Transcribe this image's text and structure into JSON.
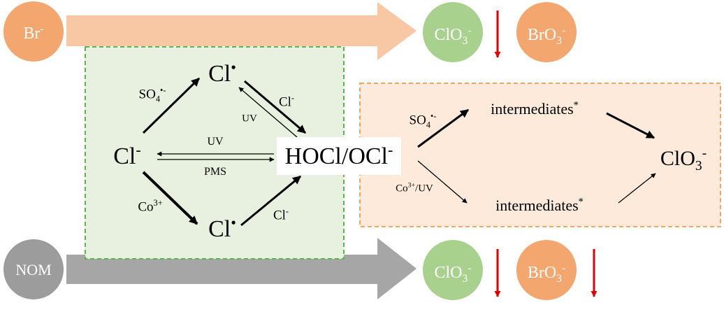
{
  "colors": {
    "top_arrow": "#f8c8a4",
    "bottom_arrow": "#a6a6a6",
    "br_circle": "#f4a66f",
    "nom_circle": "#9c9c9c",
    "clo3_circle": "#a9d18e",
    "bro3_circle": "#f4a66f",
    "green_box_fill": "#e8f1df",
    "green_box_border": "#56b94a",
    "orange_box_fill": "#fdeadb",
    "orange_box_border": "#f2a663",
    "red_arrow": "#e00000"
  },
  "top_row": {
    "br": {
      "base": "Br",
      "sup": "-"
    },
    "clo3": {
      "base": "ClO",
      "sub": "3",
      "sup": "-"
    },
    "bro3": {
      "base": "BrO",
      "sub": "3",
      "sup": "-"
    }
  },
  "bottom_row": {
    "nom": "NOM",
    "clo3": {
      "base": "ClO",
      "sub": "3",
      "sup": "-"
    },
    "bro3": {
      "base": "BrO",
      "sub": "3",
      "sup": "-"
    }
  },
  "mechanism": {
    "cl_radical_top": {
      "base": "Cl",
      "sup": "•"
    },
    "cl_radical_bottom": {
      "base": "Cl",
      "sup": "•"
    },
    "chloride": {
      "base": "Cl",
      "sup": "-"
    },
    "hocl": {
      "base": "HOCl/OCl",
      "sup": "-"
    },
    "so4_label": {
      "base": "SO",
      "sub": "4",
      "sup": "•-"
    },
    "co3_label": {
      "base": "Co",
      "sup": "3+"
    },
    "cl_minus_top": {
      "base": "Cl",
      "sup": "-"
    },
    "uv_top": "UV",
    "uv_mid": "UV",
    "pms": "PMS",
    "cl_minus_bottom": {
      "base": "Cl",
      "sup": "-"
    }
  },
  "pathway": {
    "so4_label": {
      "base": "SO",
      "sub": "4",
      "sup": "•-"
    },
    "co3_uv_label": {
      "base": "Co",
      "sup": "3+",
      "rest": "/UV"
    },
    "intermediates_top": {
      "base": "intermediates",
      "sup": "*"
    },
    "intermediates_bottom": {
      "base": "intermediates",
      "sup": "*"
    },
    "clo3": {
      "base": "ClO",
      "sub": "3",
      "sup": "-"
    }
  }
}
